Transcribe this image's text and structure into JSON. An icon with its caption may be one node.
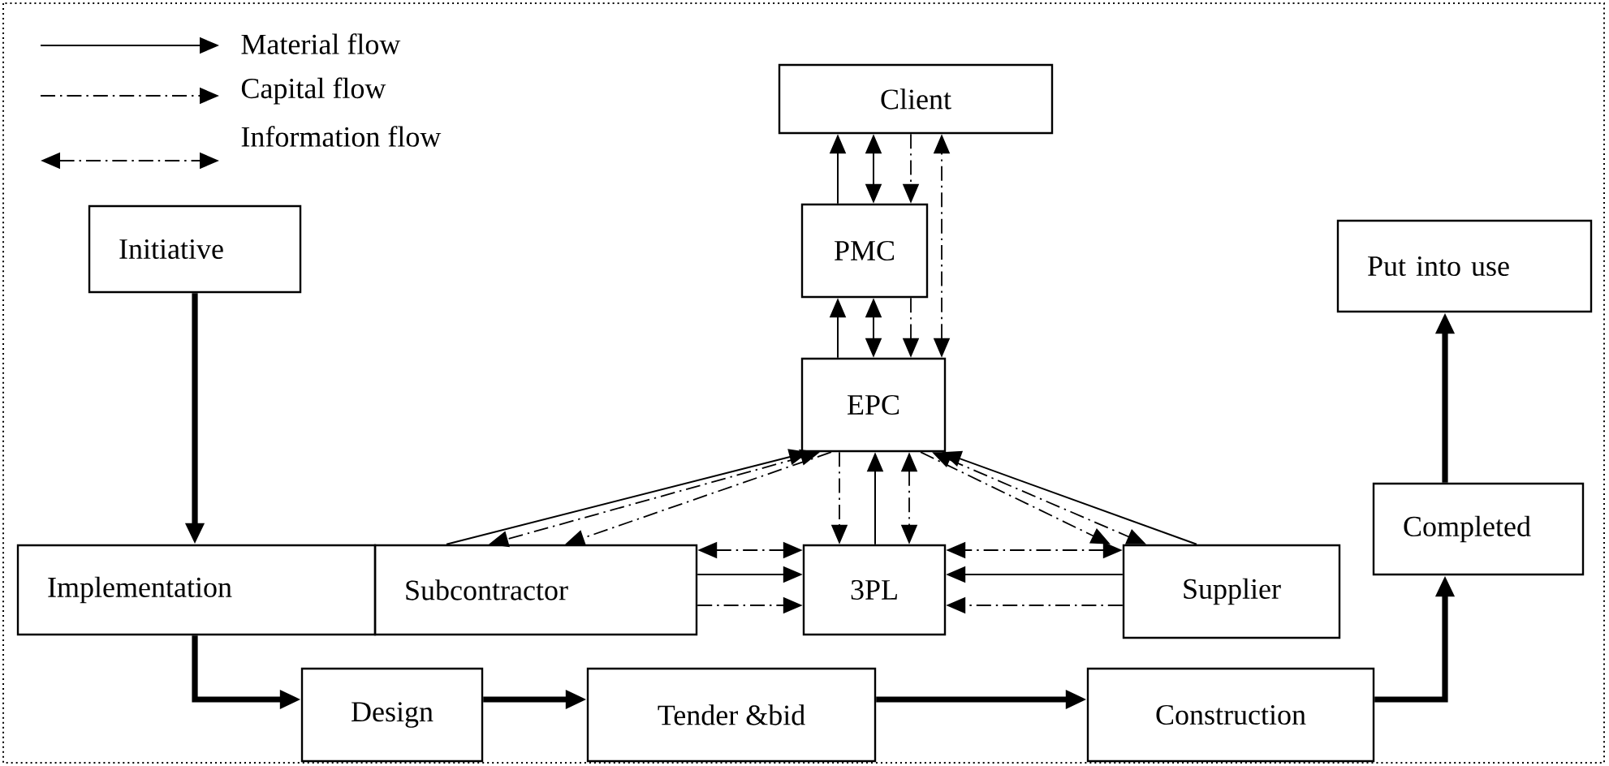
{
  "diagram": {
    "nodes": [
      {
        "text": [
          "Client"
        ]
      },
      {
        "text": [
          "Initiative"
        ]
      },
      {
        "text": [
          "PMC"
        ]
      },
      {
        "text": [
          "Put into use"
        ]
      },
      {
        "text": [
          "EPC"
        ]
      },
      {
        "text": [
          "Completed"
        ]
      },
      {
        "text": [
          "Implementation"
        ]
      },
      {
        "text": [
          "Subcontractor"
        ]
      },
      {
        "text": [
          "3PL"
        ]
      },
      {
        "text": [
          "Supplier"
        ]
      },
      {
        "text": [
          "Design"
        ]
      },
      {
        "text": [
          "Tender &bid"
        ]
      },
      {
        "text": [
          "Construction"
        ]
      }
    ],
    "edges": [
      {
        "from": 2,
        "to": 0,
        "arrow": "to"
      },
      {
        "from": 2,
        "to": 0,
        "arrow": "both"
      },
      {
        "from": 0,
        "to": 2,
        "arrow": "to",
        "style": "dashed"
      },
      {
        "from": 4,
        "to": 0,
        "arrow": "both",
        "style": "dashed"
      },
      {
        "from": 4,
        "to": 2,
        "arrow": "to"
      },
      {
        "from": 4,
        "to": 2,
        "arrow": "both"
      },
      {
        "from": 2,
        "to": 4,
        "arrow": "to",
        "style": "dashed"
      },
      {
        "from": 1,
        "to": 6,
        "arrow": "to",
        "style": "thick"
      },
      {
        "from": 7,
        "to": 4,
        "arrow": "to"
      },
      {
        "from": 4,
        "to": 7,
        "arrow": "both",
        "style": "dashed"
      },
      {
        "from": 4,
        "to": 7,
        "arrow": "to",
        "style": "dashed"
      },
      {
        "from": 4,
        "to": 8,
        "arrow": "to",
        "style": "dashed"
      },
      {
        "from": 8,
        "to": 4,
        "arrow": "to"
      },
      {
        "from": 4,
        "to": 8,
        "arrow": "both",
        "style": "dashed"
      },
      {
        "from": 9,
        "to": 4,
        "arrow": "to"
      },
      {
        "from": 4,
        "to": 9,
        "arrow": "both",
        "style": "dashed"
      },
      {
        "from": 4,
        "to": 9,
        "arrow": "to",
        "style": "dashed"
      },
      {
        "from": 7,
        "to": 8,
        "arrow": "both",
        "style": "dashed"
      },
      {
        "from": 7,
        "to": 8,
        "arrow": "to"
      },
      {
        "from": 7,
        "to": 8,
        "arrow": "to",
        "style": "dashed"
      },
      {
        "from": 9,
        "to": 8,
        "arrow": "both",
        "style": "dashed"
      },
      {
        "from": 9,
        "to": 8,
        "arrow": "to"
      },
      {
        "from": 9,
        "to": 8,
        "arrow": "to",
        "style": "dashed"
      },
      {
        "from": 6,
        "to": 10,
        "arrow": "to",
        "style": "thick"
      },
      {
        "from": 10,
        "to": 11,
        "arrow": "to",
        "style": "thick"
      },
      {
        "from": 11,
        "to": 12,
        "arrow": "to",
        "style": "thick"
      },
      {
        "from": 12,
        "to": 5,
        "arrow": "to",
        "style": "thick"
      },
      {
        "from": 5,
        "to": 3,
        "arrow": "to",
        "style": "thick"
      }
    ],
    "legend": [
      {
        "text": "Material flow"
      },
      {
        "text": "Capital flow"
      },
      {
        "text": "Information flow"
      }
    ]
  }
}
